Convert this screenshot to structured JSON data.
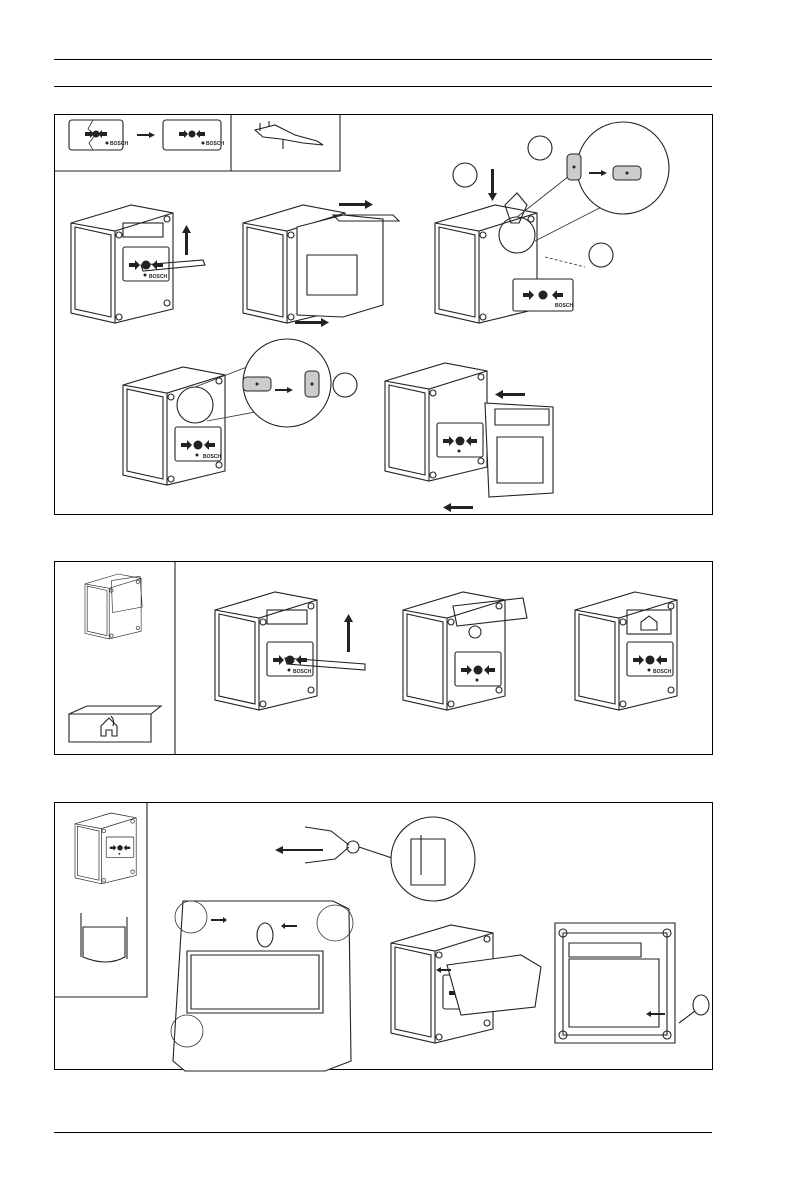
{
  "page": {
    "type": "installation-manual-page",
    "brand_text": "BOSCH"
  },
  "figures": [
    {
      "id": "figure-1",
      "description": "Replacing glass element with resettable element and reassembly",
      "legend": [
        "broken-glass-element-icon",
        "arrow-right-icon",
        "resettable-element-icon",
        "key-tool-icon"
      ],
      "step_markers": [
        "",
        "",
        "",
        ""
      ],
      "steps": [
        "remove-cover-with-key",
        "slide-housing-out",
        "press-element-rotate",
        "rotate-lock-position",
        "reattach-cover"
      ]
    },
    {
      "id": "figure-2",
      "description": "Fitting protective flap / label",
      "legend": [
        "device-with-flap-icon",
        "house-fire-label-icon"
      ],
      "steps": [
        "open-with-key",
        "insert-flap-label",
        "closed-with-label"
      ]
    },
    {
      "id": "figure-3",
      "description": "Mounting transparent protective cover",
      "legend": [
        "device-icon",
        "protective-cover-icon"
      ],
      "steps": [
        "spread-clip-with-pliers",
        "attach-cover-to-device",
        "secure-with-seal-screw"
      ]
    }
  ]
}
